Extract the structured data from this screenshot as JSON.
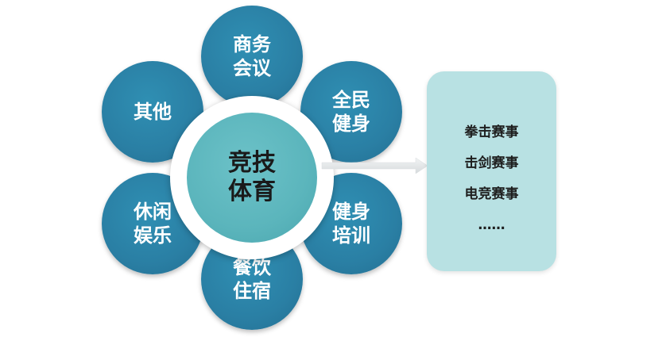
{
  "diagram": {
    "center": {
      "label": "竞技体育"
    },
    "petals": [
      {
        "id": "business-meeting",
        "label": "商务会议"
      },
      {
        "id": "fitness-for-all",
        "label": "全民健身"
      },
      {
        "id": "fitness-training",
        "label": "健身培训"
      },
      {
        "id": "dining-lodging",
        "label": "餐饮住宿"
      },
      {
        "id": "leisure-entertainment",
        "label": "休闲娱乐"
      },
      {
        "id": "other",
        "label": "其他"
      }
    ],
    "side_panel": {
      "items": [
        "拳击赛事",
        "击剑赛事",
        "电竞赛事",
        "……"
      ]
    },
    "colors": {
      "petal": "#2a7fa4",
      "center": "#5bb5bc",
      "panel": "#b8e1e3",
      "arrow": "#e3e7e9"
    }
  }
}
